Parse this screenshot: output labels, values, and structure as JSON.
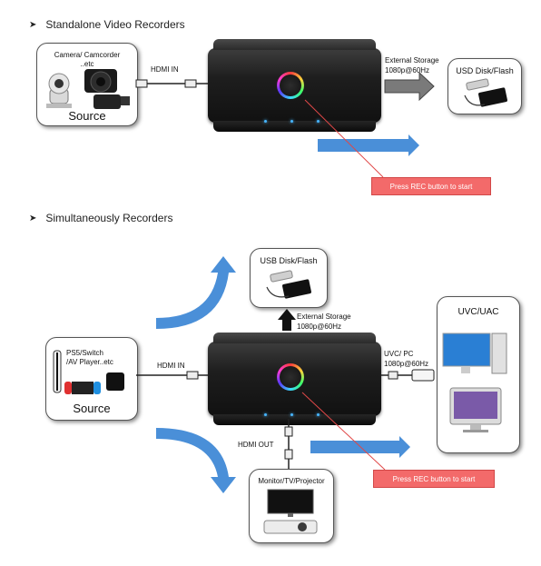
{
  "section1": {
    "heading": "Standalone Video Recorders",
    "source_box": {
      "caption": "Camera/ Camcorder\n..etc",
      "label": "Source"
    },
    "hdmi_in": "HDMI IN",
    "external_storage": "External Storage",
    "resolution": "1080p@60Hz",
    "usb_box_label": "USD Disk/Flash",
    "rec_button": "Press REC button to start"
  },
  "section2": {
    "heading": "Simultaneously Recorders",
    "source_box": {
      "caption_line1": "PS5/Switch",
      "caption_line2": "/AV Player..etc",
      "label": "Source"
    },
    "hdmi_in": "HDMI IN",
    "usb_box_label": "USB Disk/Flash",
    "external_storage": "External Storage",
    "resolution": "1080p@60Hz",
    "uvc_box_label": "UVC/UAC",
    "uvc_pc": "UVC/ PC",
    "uvc_resolution": "1080p@60Hz",
    "hdmi_out": "HDMI OUT",
    "monitor_box_label": "Monitor/TV/Projector",
    "rec_button": "Press REC button to start"
  },
  "colors": {
    "arrow_blue": "#4a8fd8",
    "rec_red": "#f36a6a",
    "device_black": "#1e1e1e",
    "gray_arrow": "#7a7a7a"
  }
}
